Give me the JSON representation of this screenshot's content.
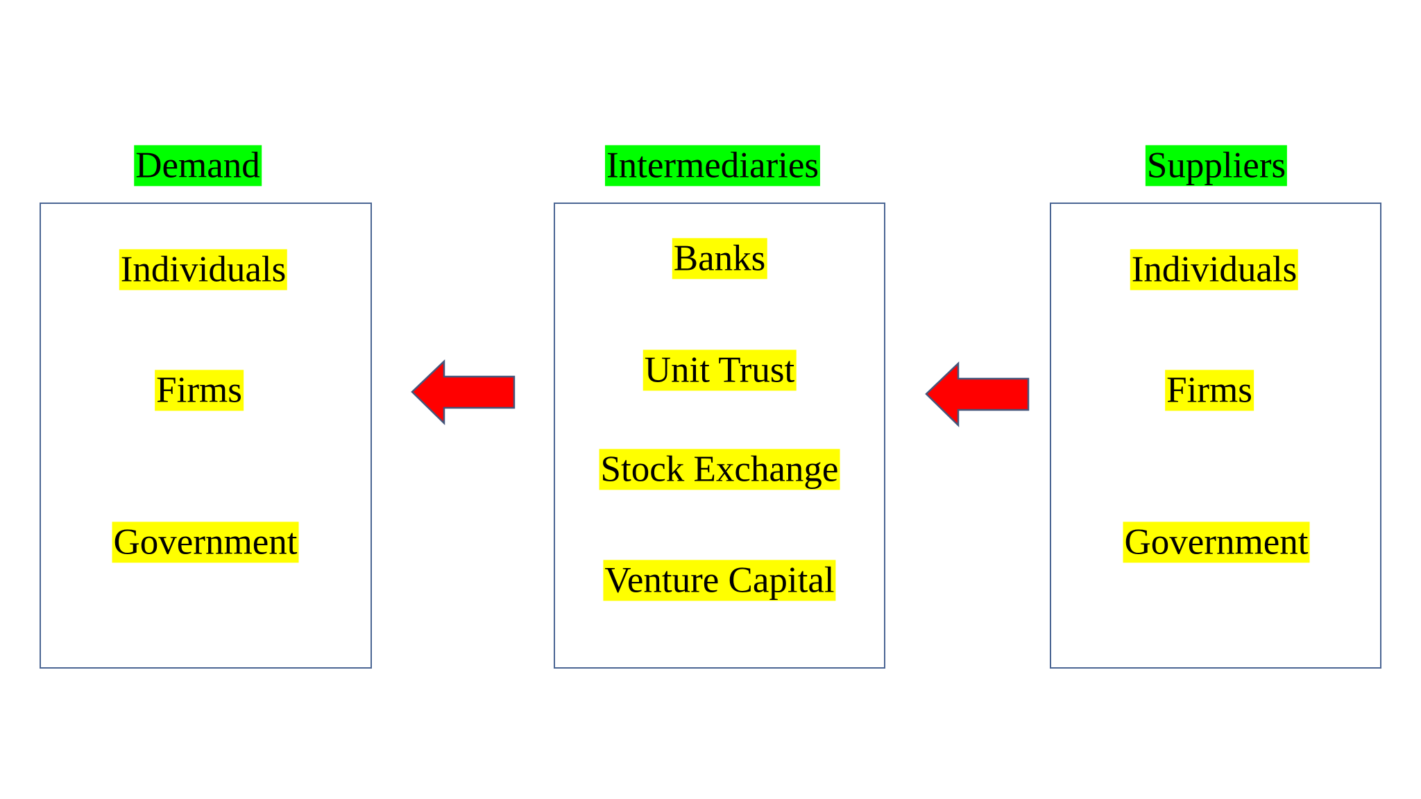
{
  "colors": {
    "title_highlight": "#00ff00",
    "item_highlight": "#ffff00",
    "box_border": "#4a6593",
    "arrow_fill": "#ff0000",
    "arrow_stroke": "#44557a"
  },
  "columns": {
    "demand": {
      "title": "Demand",
      "items": [
        "Individuals",
        "Firms",
        "Government"
      ]
    },
    "intermediaries": {
      "title": "Intermediaries",
      "items": [
        "Banks",
        "Unit Trust",
        "Stock Exchange",
        "Venture Capital"
      ]
    },
    "suppliers": {
      "title": "Suppliers",
      "items": [
        "Individuals",
        "Firms",
        "Government"
      ]
    }
  },
  "arrows": [
    {
      "from": "intermediaries",
      "to": "demand",
      "direction": "left"
    },
    {
      "from": "suppliers",
      "to": "intermediaries",
      "direction": "left"
    }
  ]
}
